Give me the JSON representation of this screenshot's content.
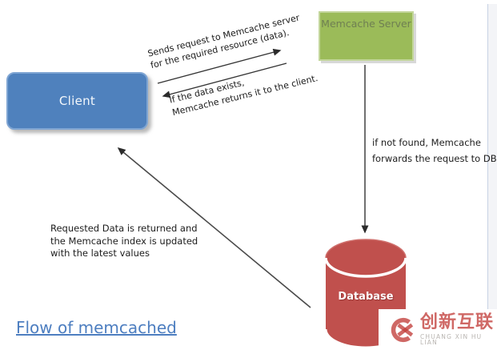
{
  "diagram": {
    "title_link": "Flow of memcached",
    "colors": {
      "client_fill": "#4f81bd",
      "memcache_fill": "#9bbb59",
      "database_fill": "#c0504d",
      "arrow": "#333333",
      "link_blue": "#4d7ec0"
    },
    "nodes": {
      "client": {
        "label": "Client"
      },
      "memcache": {
        "label": "Memcache Server"
      },
      "database": {
        "label": "Database"
      }
    },
    "edges": [
      {
        "name": "client-to-memcache-request",
        "label": "Sends request to Memcache server\nfor the required resource (data)."
      },
      {
        "name": "memcache-to-client-return",
        "label": "If the data exists,\nMemcache returns it to the client."
      },
      {
        "name": "memcache-to-db-forward",
        "label": "if not found, Memcache\nforwards the request to DB"
      },
      {
        "name": "db-to-client-return",
        "label": "Requested Data is returned and\nthe Memcache index is updated\nwith the latest values"
      }
    ]
  },
  "watermark": {
    "logo_icon": "cx-circle-logo",
    "text": "创新互联",
    "subtext": "CHUANG XIN HU LIAN",
    "accent_color": "#c13e3a"
  }
}
